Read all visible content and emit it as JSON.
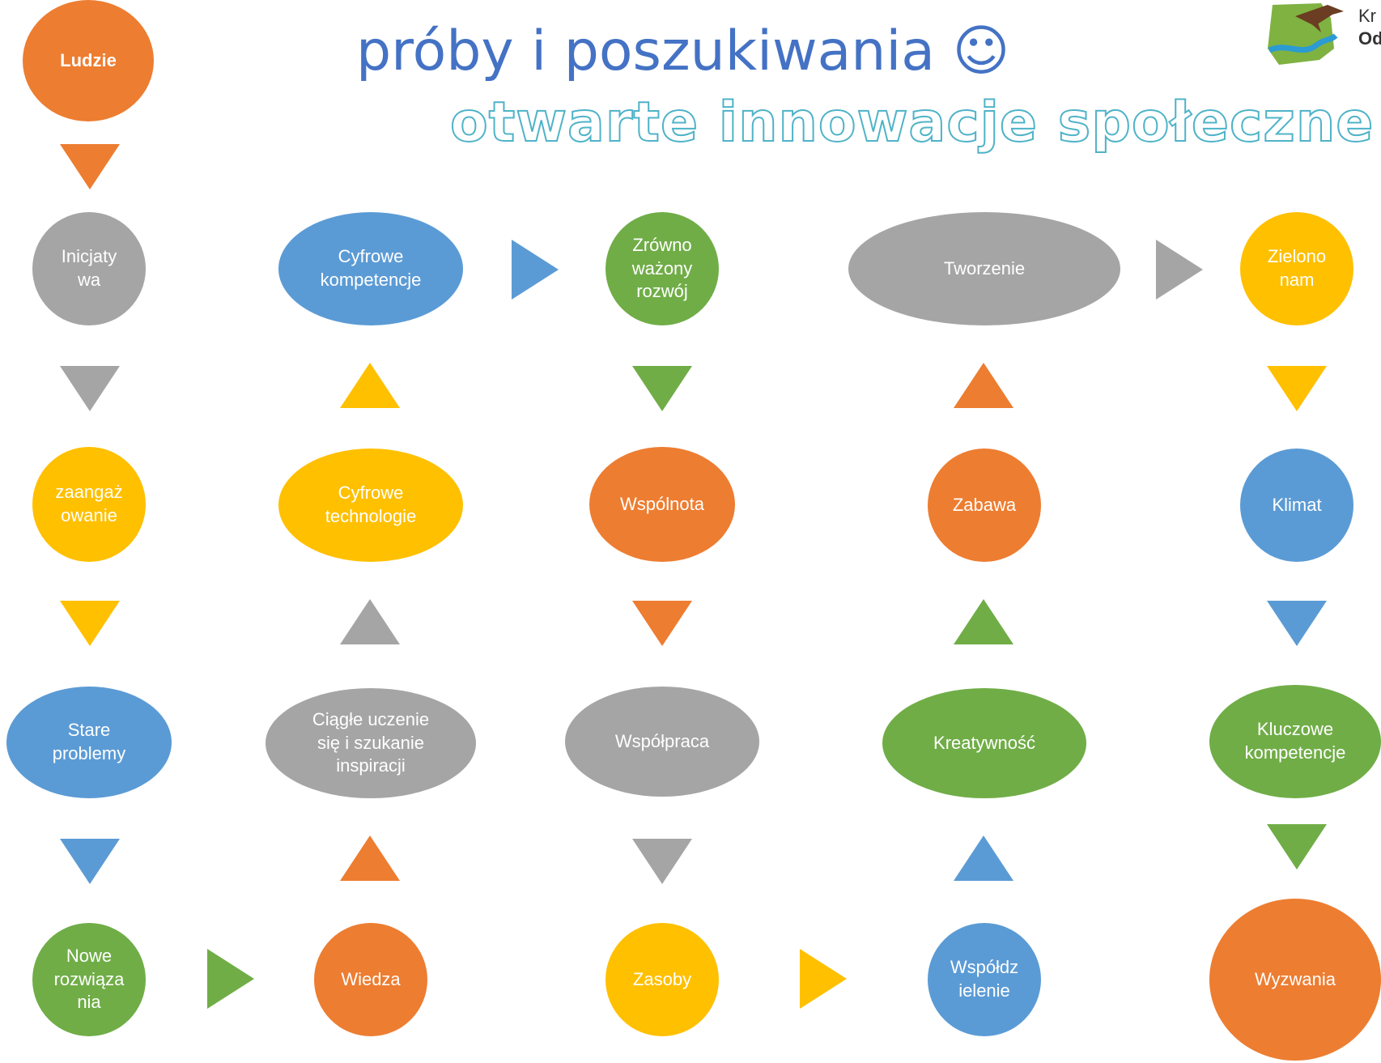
{
  "title": "próby i poszukiwania ☺",
  "subtitle": "otwarte innowacje społeczne",
  "logo": {
    "line1": "Kr",
    "line2": "Od"
  },
  "colors": {
    "orange": "#ed7d31",
    "gray": "#a5a5a5",
    "yellow": "#ffc000",
    "blue": "#5b9bd5",
    "green": "#70ad47",
    "title_blue": "#4472c4",
    "subtitle_outline": "#4fb3c8"
  },
  "nodes": {
    "ludzie": "Ludzie",
    "inicjatywa": "Inicjaty wa",
    "zaangazowanie": "zaangaż owanie",
    "stare_problemy": "Stare problemy",
    "nowe_rozwiazania": "Nowe rozwiąza nia",
    "wiedza": "Wiedza",
    "ciagle_uczenie": "Ciągłe uczenie się i szukanie inspiracji",
    "cyfrowe_technologie": "Cyfrowe technologie",
    "cyfrowe_kompetencje": "Cyfrowe kompetencje",
    "zrownowazony_rozwoj": "Zrówno ważony rozwój",
    "wspolnota": "Wspólnota",
    "wspolpraca": "Współpraca",
    "zasoby": "Zasoby",
    "wspoldzielenie": "Współdz ielenie",
    "kreatywnosc": "Kreatywność",
    "zabawa": "Zabawa",
    "tworzenie": "Tworzenie",
    "zielononam": "Zielono nam",
    "klimat": "Klimat",
    "kluczowe_kompetencje": "Kluczowe kompetencje",
    "wyzwania": "Wyzwania"
  }
}
